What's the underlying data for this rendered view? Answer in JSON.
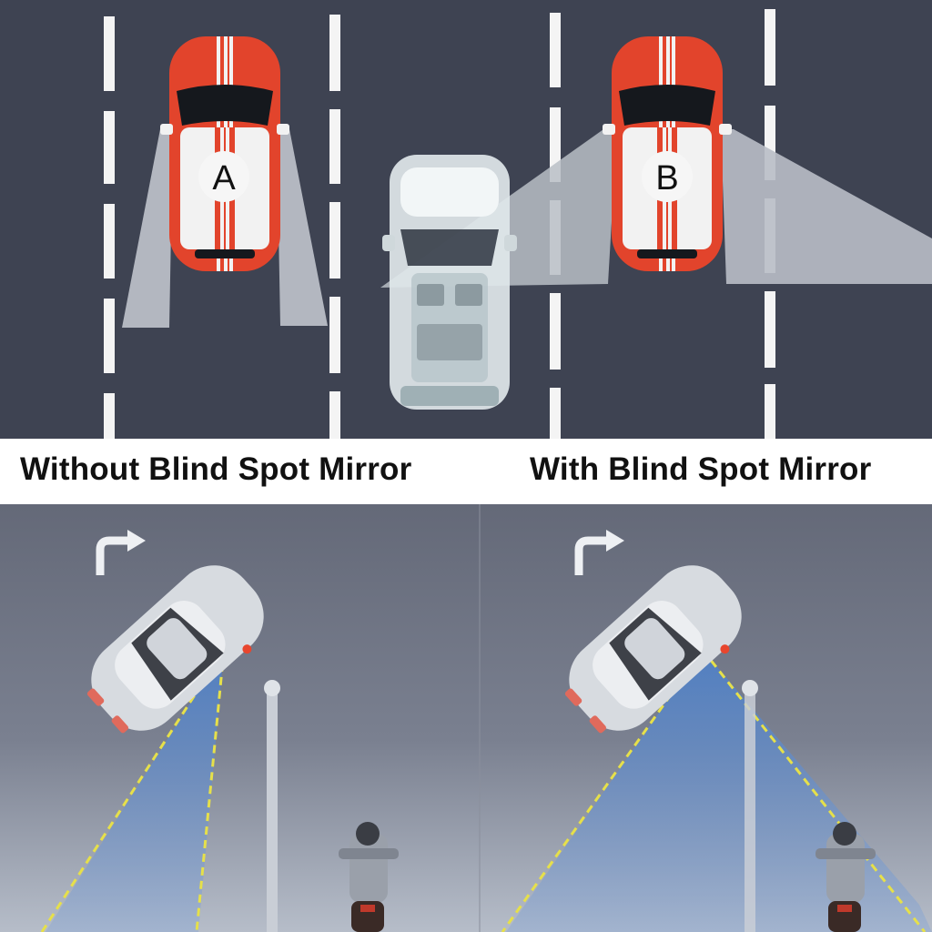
{
  "top_scene": {
    "car_a_label": "A",
    "car_b_label": "B"
  },
  "captions": {
    "left": "Without Blind Spot Mirror",
    "right": "With Blind Spot Mirror"
  },
  "colors": {
    "road": "#3e4352",
    "lane_marking": "#f4f4f4",
    "car_body": "#e2442c",
    "car_stripe_white": "#f2f2f2",
    "view_cone": "#b9bec6",
    "bottom_background": "#6d7282",
    "sight_line": "#e6e04a",
    "view_fan": "#5b88c8"
  },
  "icons": [
    "turn-right-arrow-icon",
    "turn-right-arrow-icon"
  ]
}
